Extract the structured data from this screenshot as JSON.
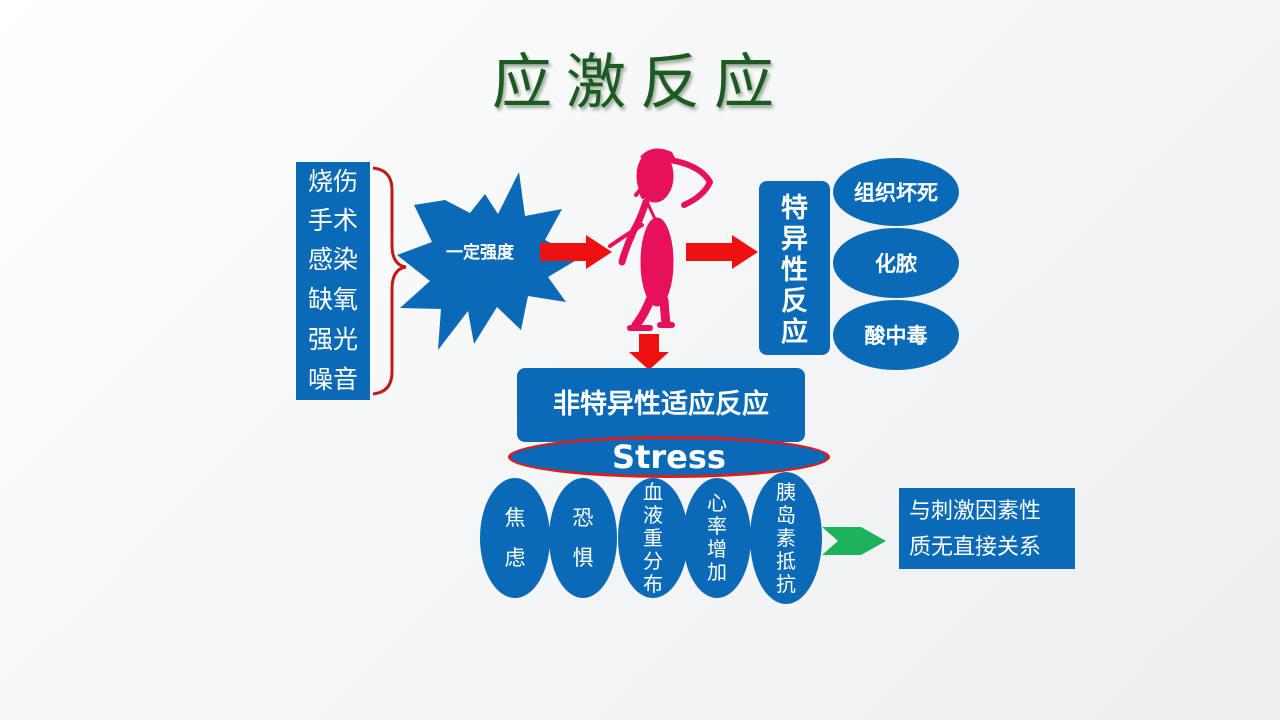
{
  "title": "应激反应",
  "stimuli": [
    "烧伤",
    "手术",
    "感染",
    "缺氧",
    "强光",
    "噪音"
  ],
  "intensity_label": "一定强度",
  "specific": {
    "title": "特异性反应",
    "items": [
      "组织坏死",
      "化脓",
      "酸中毒"
    ]
  },
  "nonspecific": {
    "title": "非特异性适应反应",
    "stress": "Stress"
  },
  "effects": [
    "焦虑",
    "恐惧",
    "血液重分布",
    "心率增加",
    "胰岛素抵抗"
  ],
  "note": {
    "line1": "与刺激因素性",
    "line2": "质无直接关系"
  },
  "colors": {
    "box_blue": "#0a6ab7",
    "arrow_red": "#ee1111",
    "arrow_green": "#1db35a",
    "figure_pink": "#e6115a",
    "title_green": "#1d5a22"
  }
}
